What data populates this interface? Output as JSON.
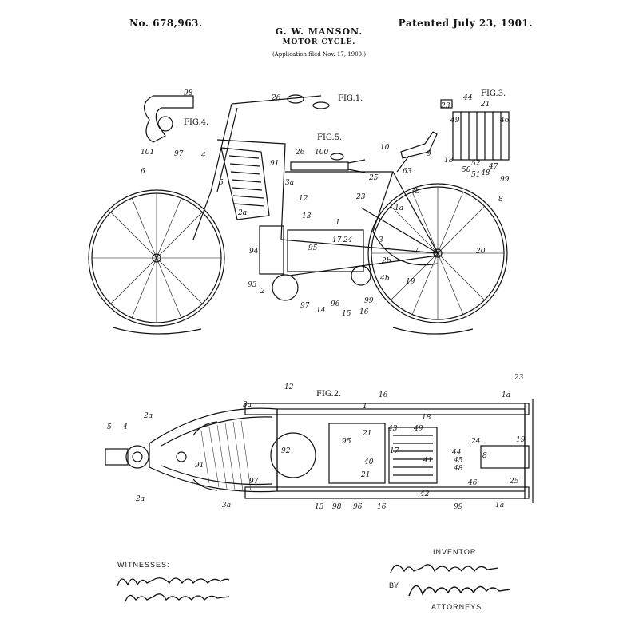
{
  "header": {
    "patent_number": "No. 678,963.",
    "patent_date": "Patented July 23, 1901.",
    "inventor_name": "G. W. MANSON.",
    "title": "MOTOR CYCLE.",
    "application": "(Application filed Nov. 17, 1900.)"
  },
  "figures": {
    "fig1": "FIG.1.",
    "fig2": "FIG.2.",
    "fig3": "FIG.3.",
    "fig4": "FIG.4.",
    "fig5": "FIG.5."
  },
  "fig1_labels": [
    "26",
    "4",
    "91",
    "6",
    "5",
    "3a",
    "12",
    "2a",
    "13",
    "1",
    "23",
    "3b",
    "8",
    "9",
    "10",
    "63",
    "25",
    "1a",
    "94",
    "95",
    "17",
    "24",
    "3",
    "7",
    "20",
    "2b",
    "4b",
    "19",
    "93",
    "2",
    "96",
    "97",
    "14",
    "15",
    "16",
    "99"
  ],
  "fig2_labels": [
    "12",
    "3a",
    "1",
    "16",
    "23",
    "1a",
    "5",
    "4",
    "2a",
    "18",
    "43",
    "49",
    "21",
    "95",
    "92",
    "91",
    "17",
    "40",
    "41",
    "44",
    "45",
    "48",
    "8",
    "19",
    "24",
    "25",
    "46",
    "97",
    "21",
    "2a",
    "3a",
    "13",
    "98",
    "96",
    "16",
    "42",
    "99",
    "1a"
  ],
  "fig3_labels": [
    "44",
    "23",
    "21",
    "49",
    "46",
    "18",
    "50",
    "52",
    "51",
    "48",
    "47",
    "99"
  ],
  "fig4_labels": [
    "98",
    "101",
    "97"
  ],
  "fig5_labels": [
    "26",
    "100"
  ],
  "footer": {
    "witnesses_label": "WITNESSES:",
    "inventor_label": "INVENTOR",
    "by_label": "BY",
    "attorneys_label": "ATTORNEYS"
  },
  "signatures": {
    "witness_1": "Wm. P. Hammond",
    "witness_2": "C. F. Sonnek",
    "inventor_signature": "Geo. W. Manson",
    "attorney_signature": "Knight Bros"
  }
}
